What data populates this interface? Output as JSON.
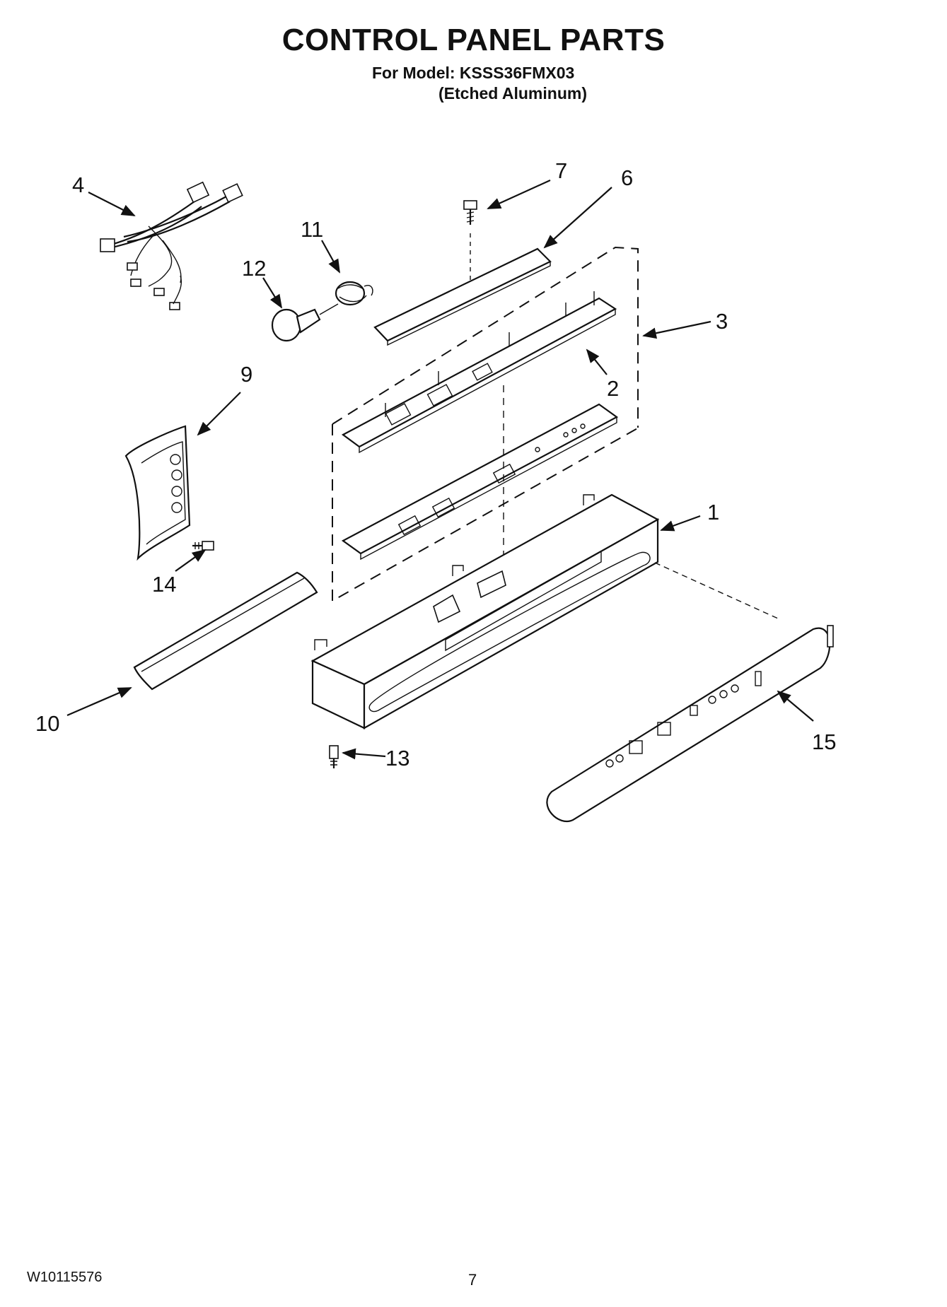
{
  "header": {
    "title": "CONTROL PANEL PARTS",
    "model_line": "For Model: KSSS36FMX03",
    "finish_line": "(Etched Aluminum)"
  },
  "callouts": [
    "1",
    "2",
    "3",
    "4",
    "6",
    "7",
    "9",
    "10",
    "11",
    "12",
    "13",
    "14",
    "15"
  ],
  "footer": {
    "doc_code": "W10115576",
    "page_number": "7"
  }
}
